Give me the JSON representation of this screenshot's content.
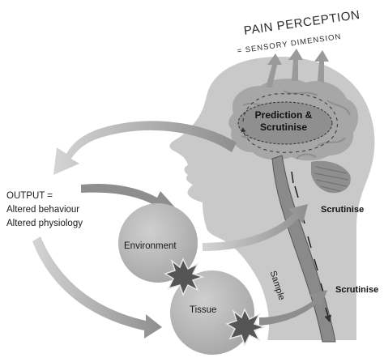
{
  "diagram": {
    "title": "PAIN PERCEPTION",
    "subtitle": "= SENSORY DIMENSION",
    "center_label": "Prediction & Scrutinise",
    "output_lines": [
      "OUTPUT =",
      "Altered behaviour",
      "Altered physiology"
    ],
    "environment_label": "Environment",
    "tissue_label": "Tissue",
    "scrutinise_upper": "Scrutinise",
    "scrutinise_lower": "Scrutinise",
    "sample_label": "Sample"
  },
  "colors": {
    "head": "#c9c9c9",
    "brain": "#a7a7a7",
    "brain_inner": "#8f8f8f",
    "spine": "#8a8a8a",
    "bubble": "#b7b7b7",
    "arrow": "#9a9a9a",
    "text": "#1a1a1a"
  },
  "icons": [
    "burst-icon",
    "arrow-icon"
  ]
}
